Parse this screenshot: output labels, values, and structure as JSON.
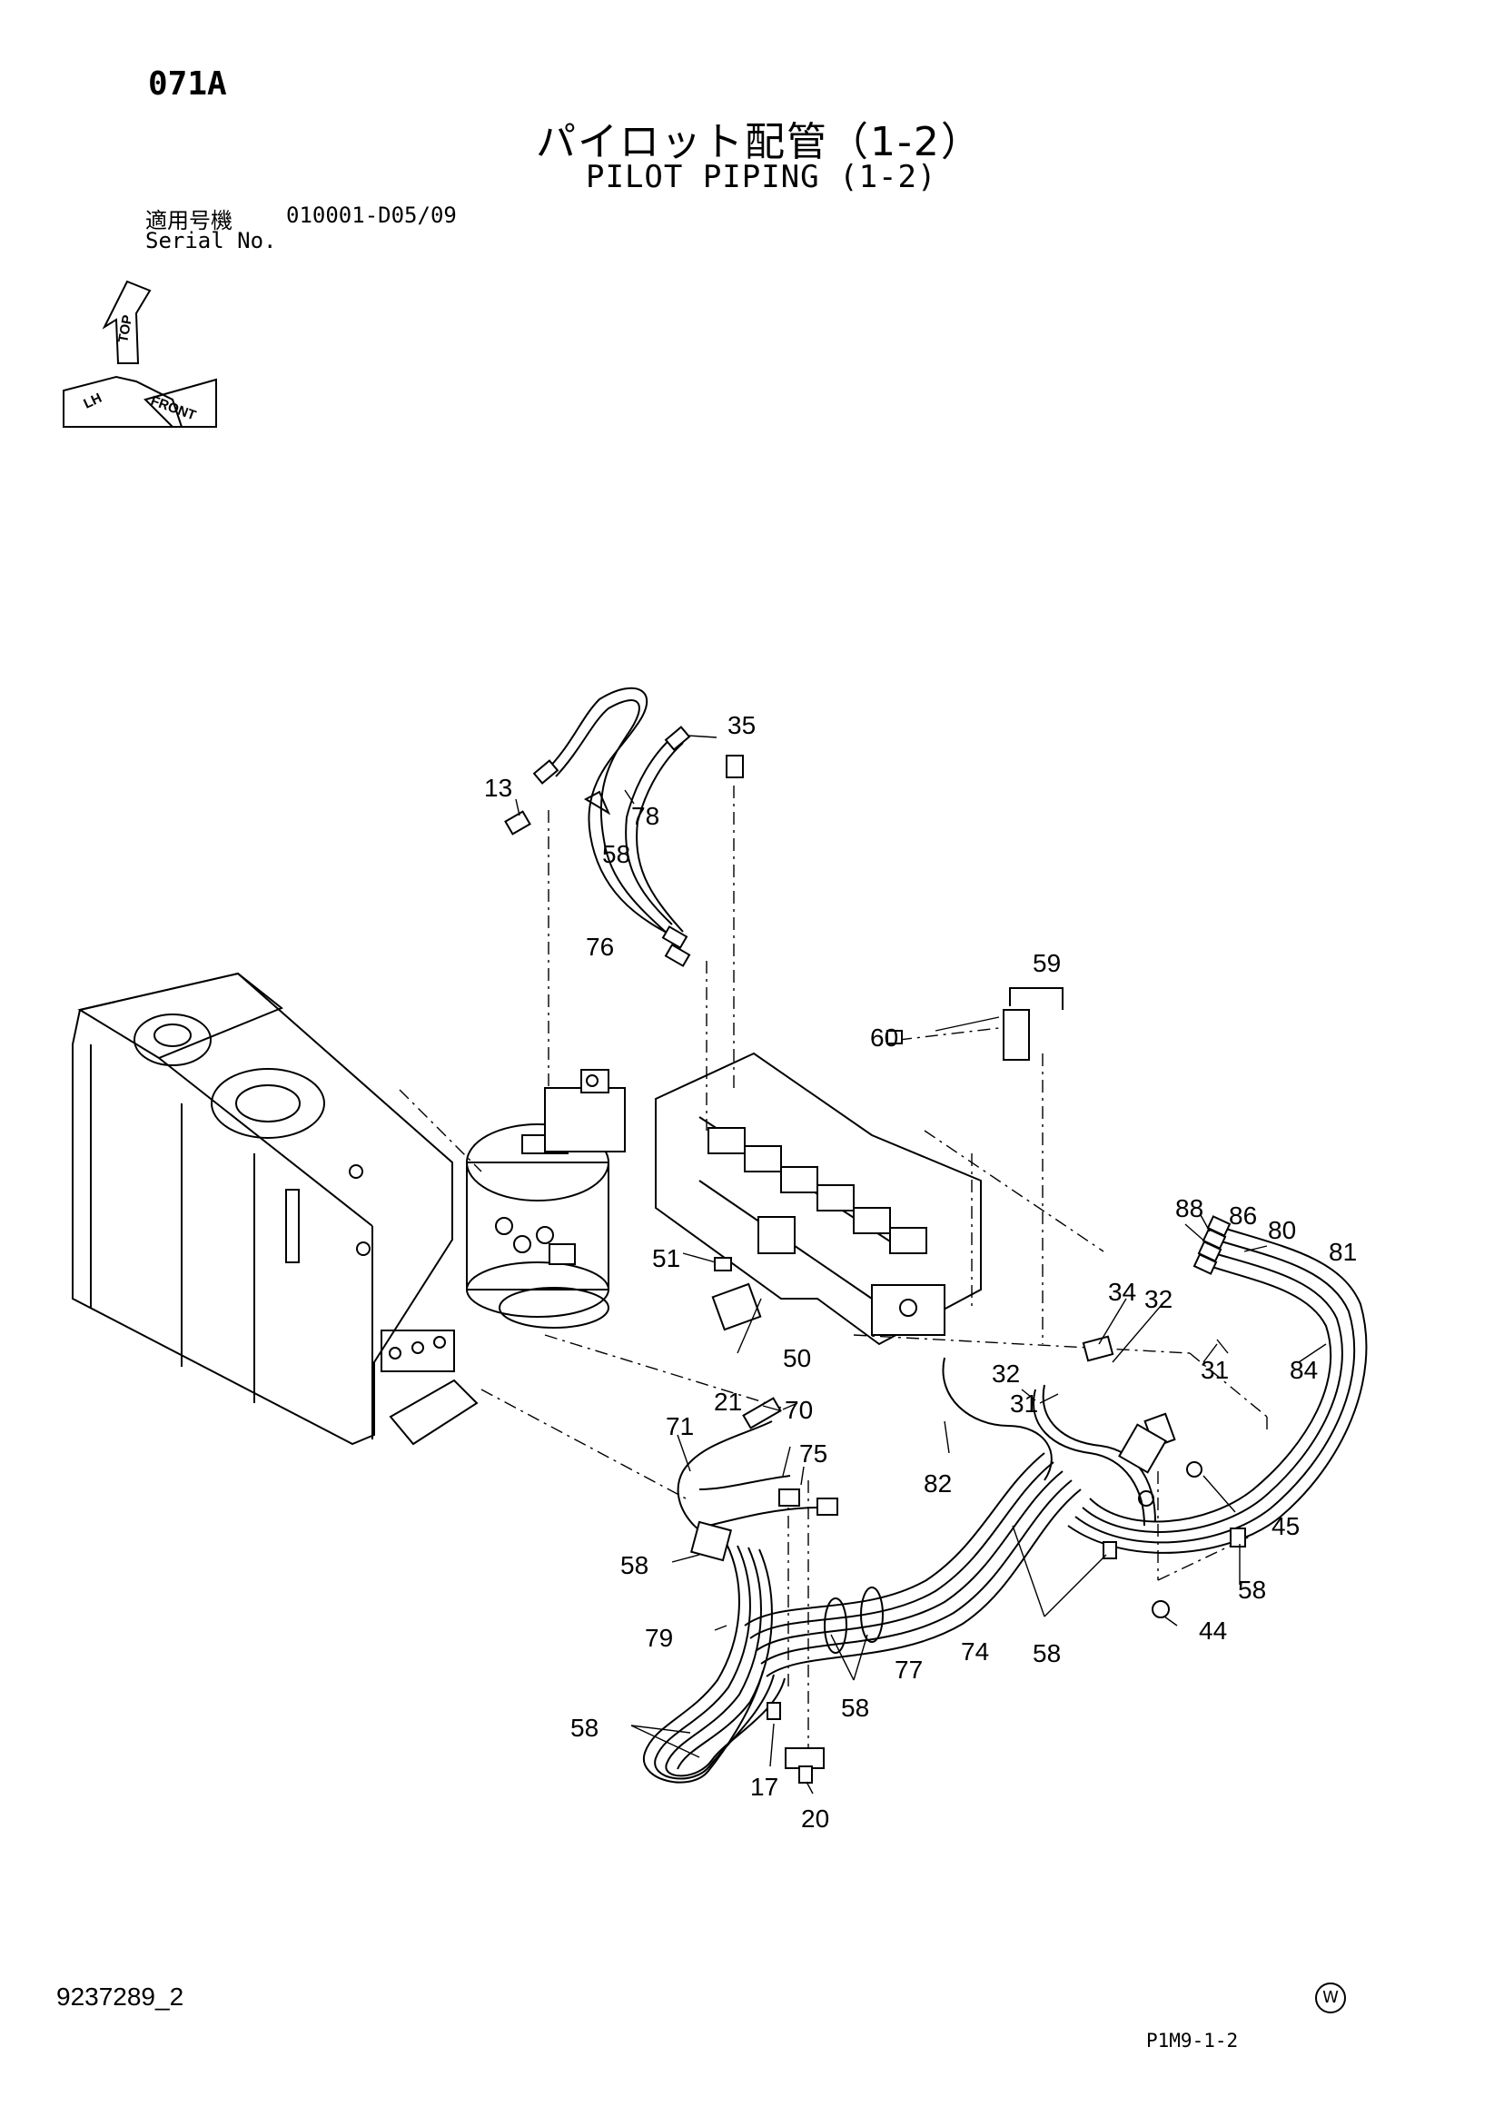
{
  "header": {
    "page_code": "071A",
    "title_jp": "パイロット配管（1-2）",
    "title_en": "PILOT PIPING (1-2)",
    "serial_label_jp": "適用号機",
    "serial_value": "010001-D05/09",
    "serial_label_en": "Serial No."
  },
  "orientation_icon": {
    "top": "TOP",
    "left": "LH",
    "front": "FRONT"
  },
  "callouts": [
    {
      "id": "c13",
      "label": "13"
    },
    {
      "id": "c35",
      "label": "35"
    },
    {
      "id": "c78",
      "label": "78"
    },
    {
      "id": "c58a",
      "label": "58"
    },
    {
      "id": "c76",
      "label": "76"
    },
    {
      "id": "c59",
      "label": "59"
    },
    {
      "id": "c60",
      "label": "60"
    },
    {
      "id": "c88",
      "label": "88"
    },
    {
      "id": "c86",
      "label": "86"
    },
    {
      "id": "c80",
      "label": "80"
    },
    {
      "id": "c81",
      "label": "81"
    },
    {
      "id": "c51",
      "label": "51"
    },
    {
      "id": "c34",
      "label": "34"
    },
    {
      "id": "c32a",
      "label": "32"
    },
    {
      "id": "c50",
      "label": "50"
    },
    {
      "id": "c32b",
      "label": "32"
    },
    {
      "id": "c31a",
      "label": "31"
    },
    {
      "id": "c84",
      "label": "84"
    },
    {
      "id": "c21",
      "label": "21"
    },
    {
      "id": "c70",
      "label": "70"
    },
    {
      "id": "c31b",
      "label": "31"
    },
    {
      "id": "c71",
      "label": "71"
    },
    {
      "id": "c75",
      "label": "75"
    },
    {
      "id": "c82",
      "label": "82"
    },
    {
      "id": "c45",
      "label": "45"
    },
    {
      "id": "c58b",
      "label": "58"
    },
    {
      "id": "c58c",
      "label": "58"
    },
    {
      "id": "c44",
      "label": "44"
    },
    {
      "id": "c79",
      "label": "79"
    },
    {
      "id": "c74",
      "label": "74"
    },
    {
      "id": "c77",
      "label": "77"
    },
    {
      "id": "c58d",
      "label": "58"
    },
    {
      "id": "c58e",
      "label": "58"
    },
    {
      "id": "c58f",
      "label": "58"
    },
    {
      "id": "c17",
      "label": "17"
    },
    {
      "id": "c20",
      "label": "20"
    }
  ],
  "footer": {
    "doc_number": "9237289_2",
    "mark": "W",
    "sheet_code": "P1M9-1-2"
  }
}
